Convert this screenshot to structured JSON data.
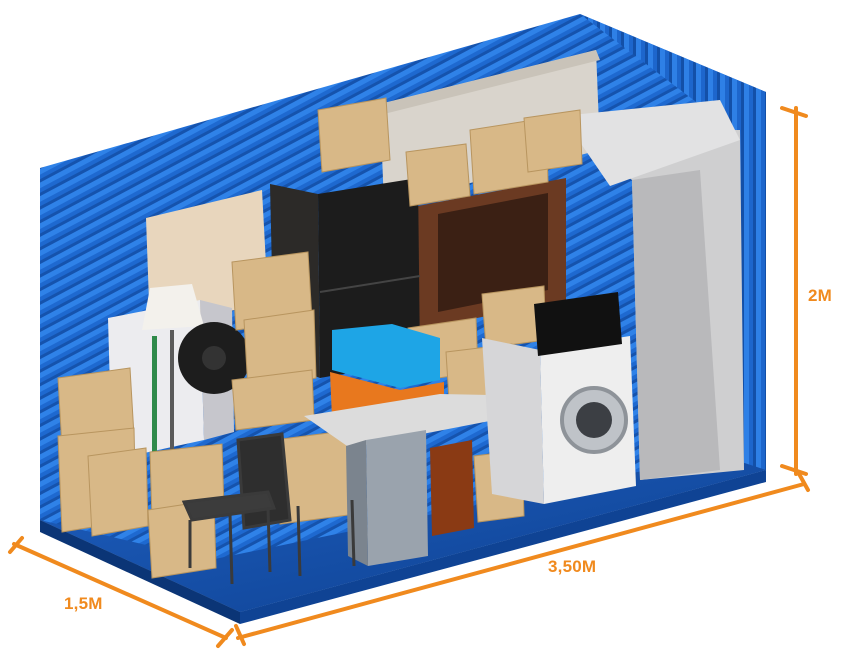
{
  "dimensions": {
    "height": "2M",
    "width": "3,50M",
    "depth": "1,5M"
  },
  "colors": {
    "dimension_lines": "#f08a1e",
    "unit_blue": "#1a63c8",
    "unit_blue_dark": "#0d3f8f"
  },
  "scene": "storage-unit-with-furniture"
}
